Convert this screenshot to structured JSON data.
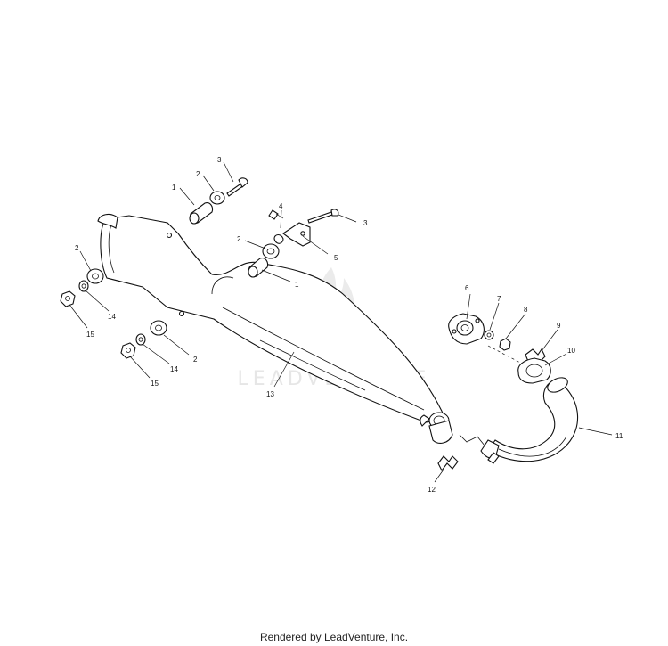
{
  "watermark": {
    "text": "LEADVENTURE"
  },
  "footer": {
    "text": "Rendered by LeadVenture, Inc."
  },
  "callouts": {
    "c1a": "1",
    "c2a": "2",
    "c3a": "3",
    "c4": "4",
    "c3b": "3",
    "c2b": "2",
    "c5": "5",
    "c1b": "1",
    "c2c": "2",
    "c14a": "14",
    "c15a": "15",
    "c2d": "2",
    "c14b": "14",
    "c15b": "15",
    "c13": "13",
    "c6": "6",
    "c7": "7",
    "c8": "8",
    "c9": "9",
    "c10": "10",
    "c11": "11",
    "c12": "12"
  }
}
